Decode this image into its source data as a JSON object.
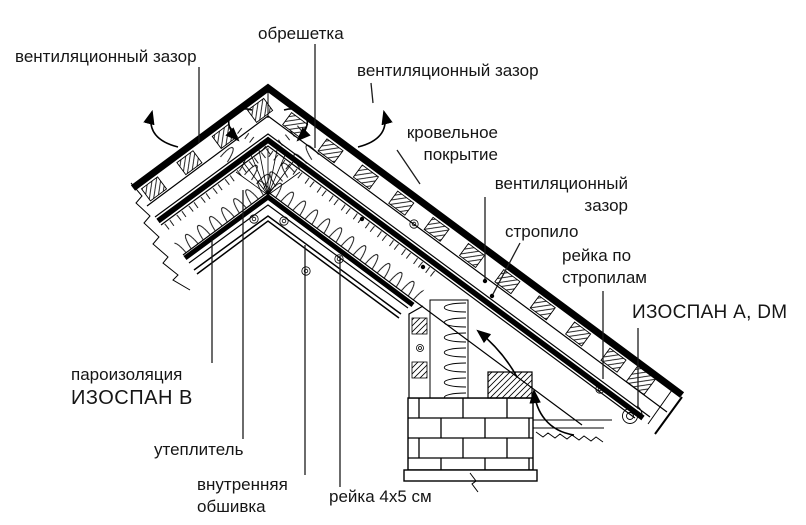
{
  "canvas": {
    "background": "#ffffff",
    "ink_color": "#000000",
    "leader_color": "#1c1c1c"
  },
  "labels": {
    "vent_gap_left": "вентиляционный зазор",
    "lathing": "обрешетка",
    "vent_gap_right": "вентиляционный зазор",
    "roof_covering": "кровельное покрытие",
    "vent_gap_mid": "вентиляционный зазор",
    "rafter": "стропило",
    "batten_on_rafters": "рейка по стропилам",
    "izospan_a": "ИЗОСПАН А, DM",
    "vapor_barrier_line1": "пароизоляция",
    "vapor_barrier_line2": "ИЗОСПАН В",
    "insulation": "утеплитель",
    "inner_lining": "внутренняя обшивка",
    "batten_4x5": "рейка 4х5 см"
  }
}
